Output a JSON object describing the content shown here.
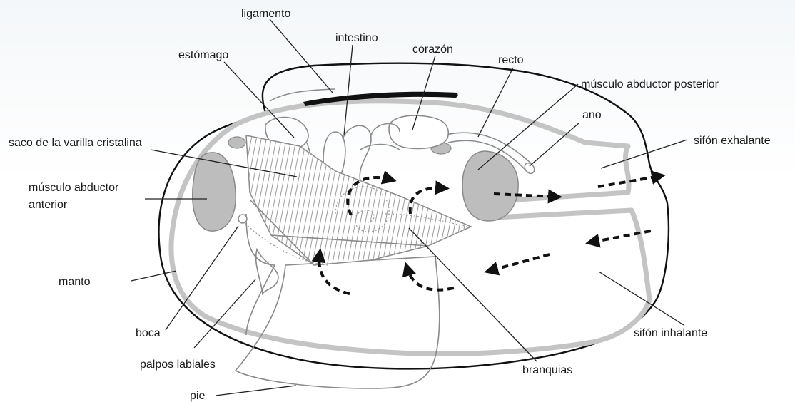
{
  "labels": {
    "ligamento": "ligamento",
    "intestino": "intestino",
    "corazon": "corazón",
    "estomago": "estómago",
    "recto": "recto",
    "musculo_abductor_posterior": "músculo abductor posterior",
    "ano": "ano",
    "saco_varilla": "saco de la varilla cristalina",
    "sifon_exhalante": "sifón exhalante",
    "musculo_abductor_anterior_1": "músculo abductor",
    "musculo_abductor_anterior_2": "anterior",
    "manto": "manto",
    "boca": "boca",
    "sifon_inhalante": "sifón inhalante",
    "palpos_labiales": "palpos labiales",
    "branquias": "branquias",
    "pie": "pie"
  },
  "colors": {
    "muscle_fill": "#bdbdbd",
    "mantle_stroke": "#c4c4c4",
    "organ_stroke": "#8a8a8a",
    "shell_stroke": "#111111"
  }
}
